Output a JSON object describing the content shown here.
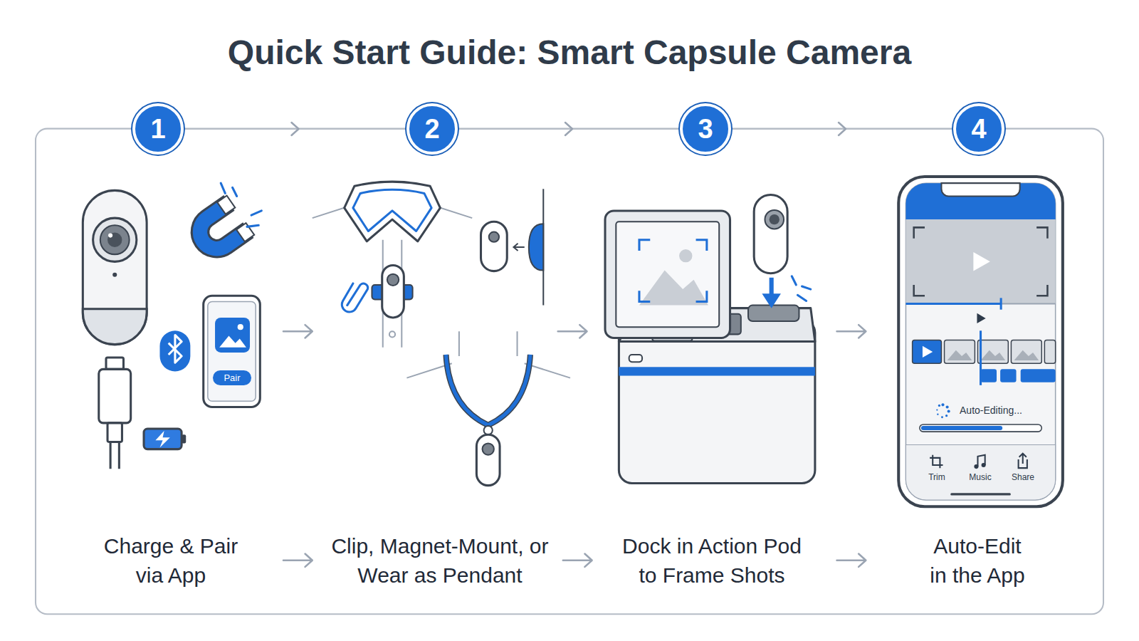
{
  "diagram": {
    "title": "Quick Start Guide: Smart Capsule Camera",
    "nodes": [
      {
        "text": [
          "1"
        ]
      },
      {
        "text": [
          "2"
        ]
      },
      {
        "text": [
          "3"
        ]
      },
      {
        "text": [
          "4"
        ]
      },
      {
        "text": [
          "Pair"
        ]
      }
    ],
    "edges": [
      {
        "from": 0,
        "to": 1,
        "arrow": "to"
      },
      {
        "from": 1,
        "to": 2,
        "arrow": "to"
      },
      {
        "from": 2,
        "to": 3,
        "arrow": "to"
      }
    ],
    "labels": [
      "Charge & Pair via App",
      "Clip, Magnet-Mount, or Wear as Pendant",
      "Dock in Action Pod to Frame Shots",
      "Auto-Edit in the App",
      "Auto-Editing...",
      "Trim",
      "Music",
      "Share"
    ]
  }
}
